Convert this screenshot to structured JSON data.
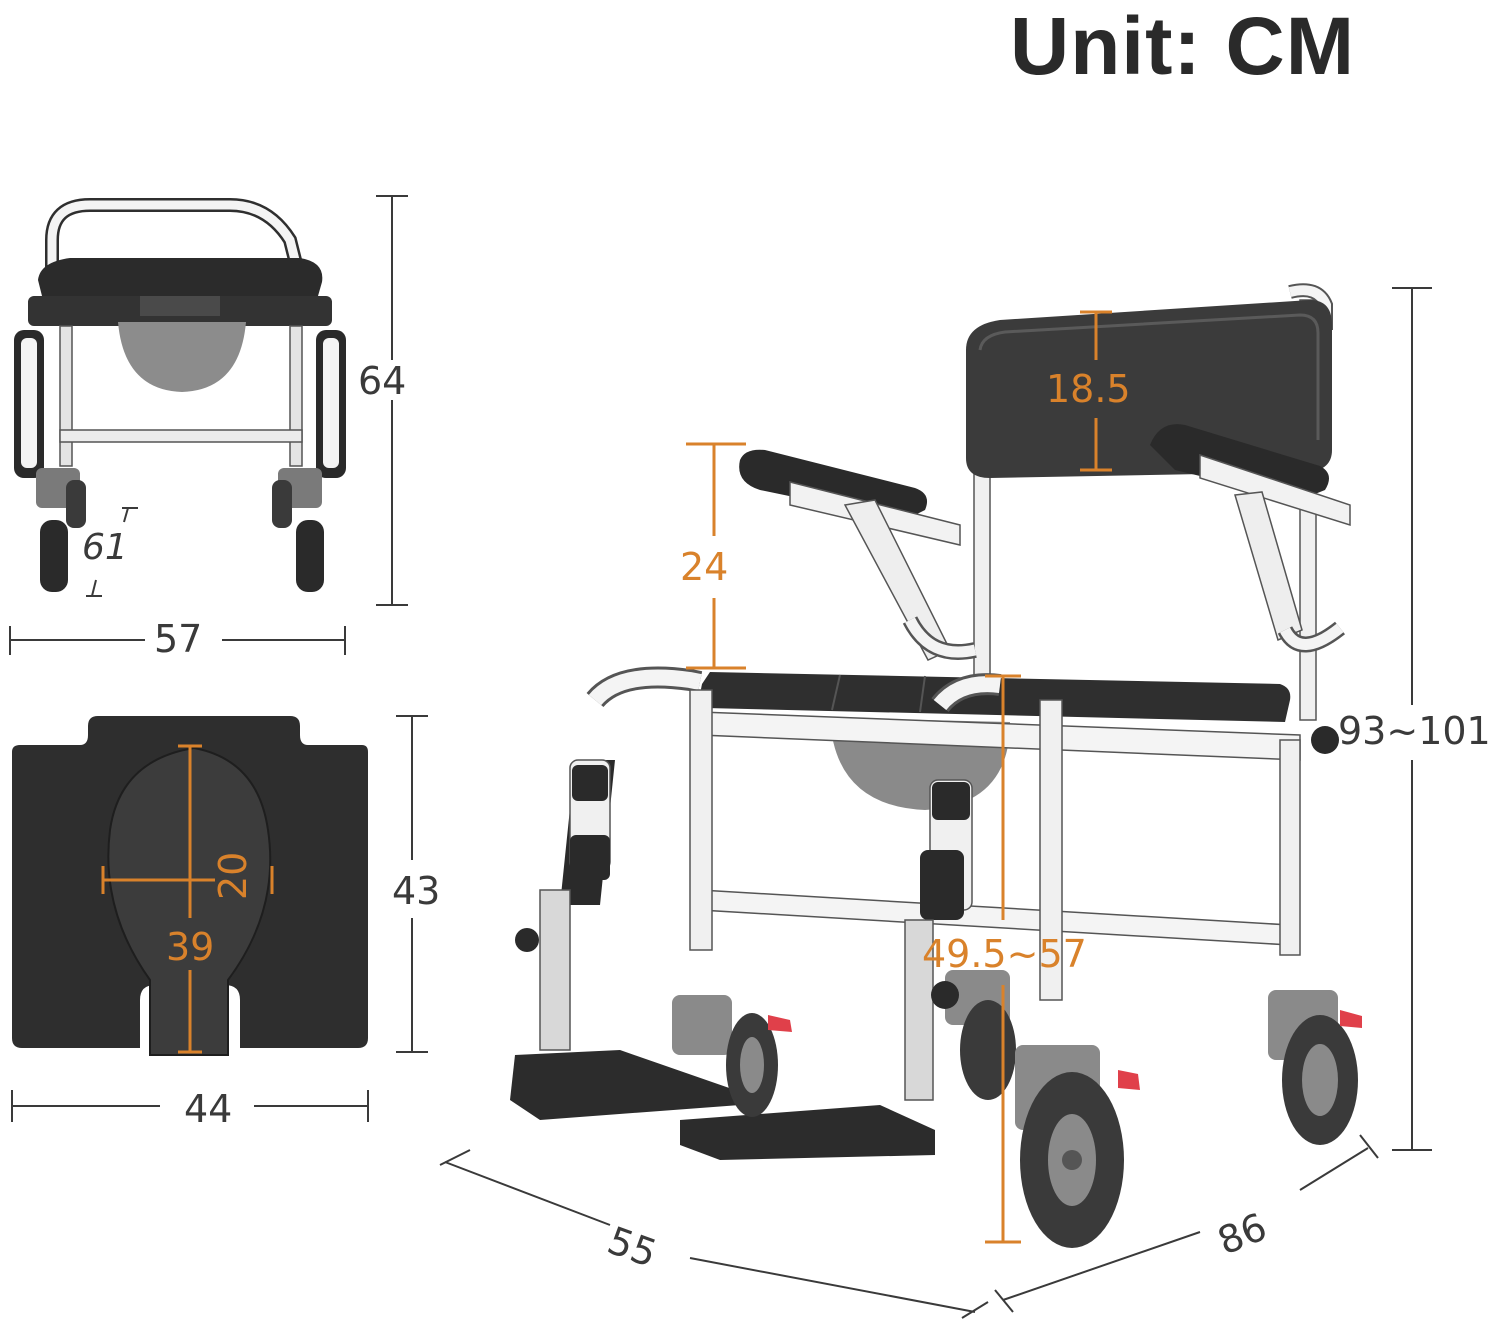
{
  "title": "Unit: CM",
  "colors": {
    "line": "#3a3a3a",
    "accent": "#d9822b",
    "frame": "#f2f2f2",
    "seat": "#2b2b2b",
    "gray": "#8a8a8a"
  },
  "front_view": {
    "height": "64",
    "width": "57",
    "side_label": "61"
  },
  "seat_view": {
    "height": "43",
    "width": "44",
    "opening_width": "20",
    "opening_length": "39"
  },
  "main_view": {
    "back_height": "18.5",
    "armrest_height": "24",
    "total_height": "93~101",
    "seat_height": "49.5~57",
    "width": "55",
    "depth": "86"
  }
}
